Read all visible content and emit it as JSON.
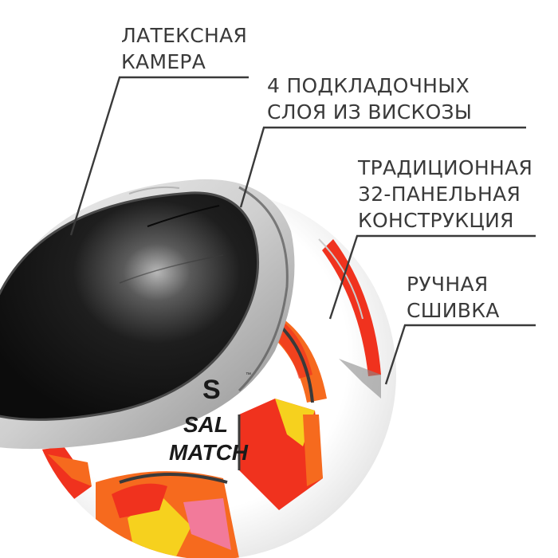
{
  "product": {
    "brand_text": [
      "SAL",
      "MATCH"
    ],
    "brand_partial_logo": "S",
    "trademark": "™"
  },
  "callouts": [
    {
      "id": "latex-bladder",
      "lines": [
        "ЛАТЕКСНАЯ",
        "КАМЕРА"
      ]
    },
    {
      "id": "viscose-layers",
      "lines": [
        "4 ПОДКЛАДОЧНЫХ",
        "СЛОЯ ИЗ ВИСКОЗЫ"
      ]
    },
    {
      "id": "panel-construction",
      "lines": [
        "ТРАДИЦИОННАЯ",
        "32-ПАНЕЛЬНАЯ",
        "КОНСТРУКЦИЯ"
      ]
    },
    {
      "id": "hand-stitching",
      "lines": [
        "РУЧНАЯ",
        "СШИВКА"
      ]
    }
  ],
  "colors": {
    "text": "#3a3a3a",
    "line": "#3a3a3a",
    "bladder": "#151515",
    "lining": "#d9d9d9",
    "panel_white": "#f4f4f4",
    "accent_red": "#f0321e",
    "accent_orange": "#f66a1e",
    "accent_yellow": "#f6d11e",
    "accent_pink": "#f27a9a"
  }
}
